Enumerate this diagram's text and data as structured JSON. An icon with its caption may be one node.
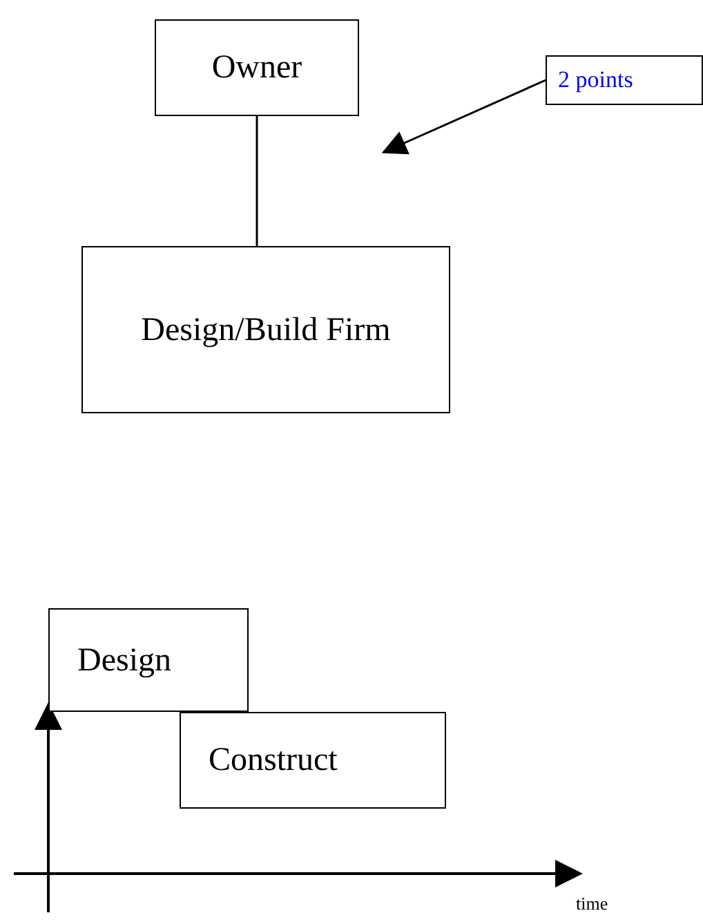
{
  "diagram": {
    "nodes": [
      {
        "text": [
          "Owner"
        ]
      },
      {
        "text": [
          "Design/Build Firm"
        ]
      },
      {
        "text": [
          "2 points"
        ]
      },
      {
        "text": [
          "Design"
        ]
      },
      {
        "text": [
          "Construct"
        ]
      }
    ],
    "edges": [
      {
        "from": 0,
        "to": 1,
        "arrow": "none"
      },
      {
        "from": 2,
        "to": null,
        "arrow": "to"
      }
    ],
    "labels": [
      "time"
    ]
  }
}
